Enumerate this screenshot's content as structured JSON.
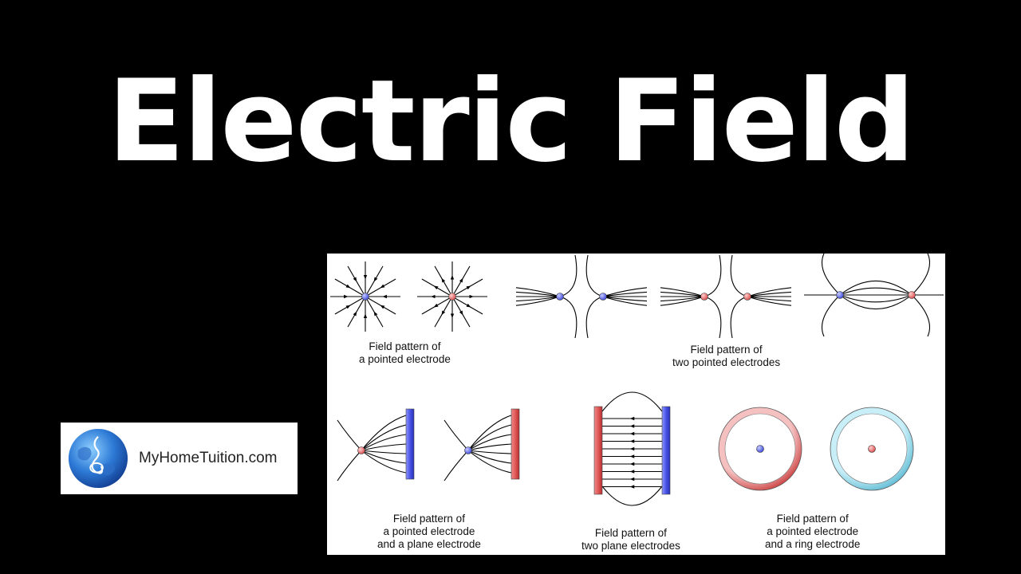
{
  "title": "Electric Field",
  "logo": {
    "text": "MyHomeTuition.com"
  },
  "captions": {
    "pointed": [
      "Field pattern of",
      "a pointed electrode"
    ],
    "two_pointed": [
      "Field pattern of",
      "two pointed electrodes"
    ],
    "point_plane": [
      "Field pattern of",
      "a pointed electrode",
      "and a plane electrode"
    ],
    "two_plane": [
      "Field pattern of",
      "two plane electrodes"
    ],
    "point_ring": [
      "Field pattern of",
      "a pointed electrode",
      "and a ring electrode"
    ]
  },
  "colors": {
    "positive": "#d84848",
    "negative": "#3a46d8",
    "ring_blue": "#6ec6dc",
    "background": "#000000"
  }
}
